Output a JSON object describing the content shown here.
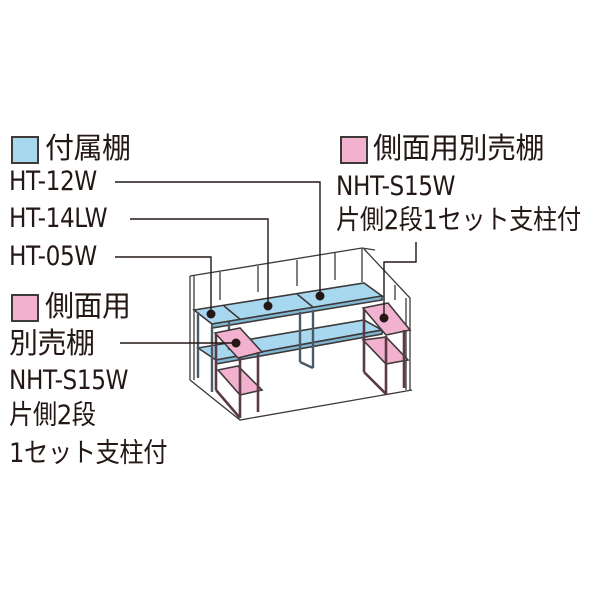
{
  "legend_left": {
    "swatch_color": "#a8d8f0",
    "title": "付属棚",
    "items": [
      {
        "code": "HT-12W"
      },
      {
        "code": "HT-14LW"
      },
      {
        "code": "HT-05W"
      }
    ]
  },
  "legend_right": {
    "swatch_color": "#f2b2cf",
    "title": "側面用別売棚",
    "code": "NHT-S15W",
    "desc": "片側2段1セット支柱付"
  },
  "legend_left_bottom": {
    "swatch_color": "#f2b2cf",
    "title_line1": "側面用",
    "title_line2": "別売棚",
    "code": "NHT-S15W",
    "desc_line1": "片側2段",
    "desc_line2": "1セット支柱付"
  },
  "colors": {
    "shelf_blue": "#a8d8f0",
    "shelf_pink": "#f2b2cf",
    "line": "#231815",
    "frame": "#3d3a39"
  }
}
